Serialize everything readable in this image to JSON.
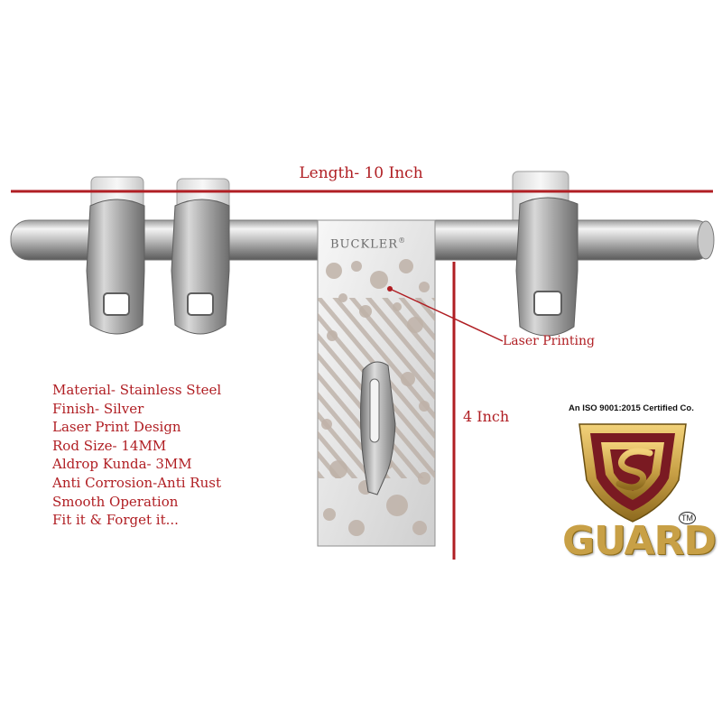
{
  "dimensions": {
    "length_label": "Length- 10 Inch",
    "height_label": "4 Inch"
  },
  "callout": {
    "laser_label": "Laser Printing"
  },
  "plate": {
    "brand_text": "BUCKLER",
    "registered_mark": "®"
  },
  "features": [
    "Material- Stainless Steel",
    "Finish-  Silver",
    "Laser Print Design",
    "Rod Size- 14MM",
    "Aldrop Kunda- 3MM",
    "Anti Corrosion-Anti Rust",
    "Smooth Operation",
    "Fit it & Forget it..."
  ],
  "logo": {
    "certification": "An ISO 9001:2015 Certified Co.",
    "name": "GUARD",
    "trademark": "TM"
  },
  "colors": {
    "annotation_red": "#b01e23",
    "logo_maroon": "#7a1a22",
    "logo_gold": "#c8a046"
  }
}
